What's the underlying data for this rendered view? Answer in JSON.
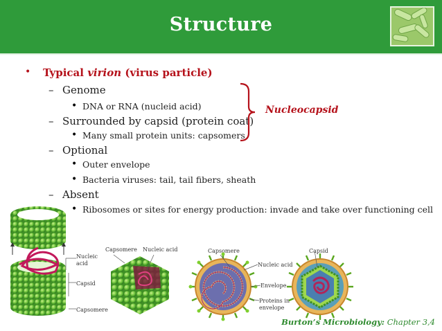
{
  "slide": {
    "title": "Structure",
    "colors": {
      "header": "#2f9b3a",
      "accent_red": "#b5121b",
      "footer_green": "#2e8a2e"
    }
  },
  "bullets": {
    "l1_prefix": "Typical ",
    "l1_em": "virion",
    "l1_suffix": " (virus particle)",
    "genome": "Genome",
    "genome_sub": "DNA or RNA (nucleid acid)",
    "capsid": "Surrounded by capsid (protein coat)",
    "capsid_sub": "Many small protein units: capsomers",
    "optional": "Optional",
    "optional_sub1": "Outer envelope",
    "optional_sub2": "Bacteria viruses: tail, tail fibers, sheath",
    "absent": "Absent",
    "absent_sub": "Ribosomes or sites for energy production: invade and take over functioning cell"
  },
  "brace_label": "Nucleocapsid",
  "figure": {
    "fig1": {
      "nucleic": "Nucleic",
      "acid": "acid",
      "capsid": "Capsid",
      "capsomere": "Capsomere"
    },
    "fig2": {
      "capsomere": "Capsomere",
      "nucleic": "Nucleic acid"
    },
    "fig3": {
      "capsomere": "Capsomere",
      "nucleic": "Nucleic acid",
      "envelope": "Envelope",
      "proteins1": "Proteins in",
      "proteins2": "envelope",
      "capsid": "Capsid"
    }
  },
  "footer": {
    "book": "Burton’s Microbiology:",
    "chapter": " Chapter 3,4"
  }
}
